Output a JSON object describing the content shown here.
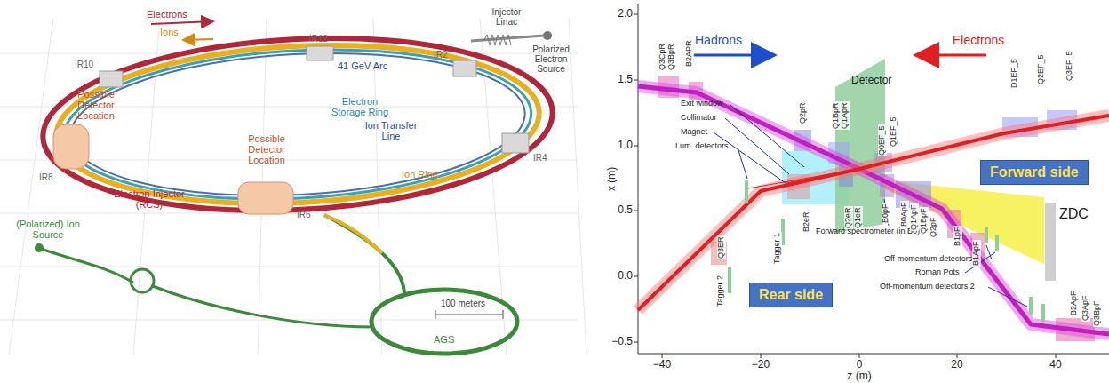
{
  "diagram": {
    "nodes": [
      {
        "text": [
          "Forward side"
        ]
      },
      {
        "text": [
          "Rear side"
        ]
      }
    ],
    "labels": [
      "Electrons",
      "Ions",
      "IR12",
      "IR10",
      "41 GeV Arc",
      "IR2",
      "Injector Linac",
      "Polarized Electron Source",
      "Possible Detector Location",
      "Possible Detector Location",
      "Electron Storage Ring",
      "Ion Transfer Line",
      "IR4",
      "IR8",
      "Electron Injector (RCS)",
      "IR6",
      "Ion Ring",
      "(Polarized) Ion Source",
      "AGS",
      "100 meters",
      "Hadrons",
      "Electrons",
      "Detector",
      "Exit window",
      "Collimator",
      "Magnet",
      "Lum. detectors",
      "Forward spectrometer (in B0)",
      "Off-momentum detectors 1",
      "Roman Pots",
      "Off-momentum detectors 2",
      "ZDC",
      "Q3CpR",
      "Q3BpR",
      "B2APR",
      "Q2pR",
      "Q1BpR",
      "Q1ApR",
      "Q0EF_5",
      "Q1EF_5",
      "D1EF_5",
      "Q2EF_5",
      "Q3EF_5",
      "Q2eR",
      "Q1eR",
      "B2eR",
      "Q3ER",
      "Tagger 2",
      "Tagger 1",
      "B0pF",
      "B0ApF",
      "Q1ApF",
      "Q1BpF",
      "Q2pF",
      "B1pF",
      "B1ApF",
      "B2ApF",
      "Q3ApF",
      "Q3BpF",
      "2.0",
      "1.5",
      "1.0",
      "0.5",
      "0.0",
      "−0.5",
      "−40",
      "−20",
      "0",
      "20",
      "40",
      "x (m)",
      "z (m)"
    ]
  }
}
